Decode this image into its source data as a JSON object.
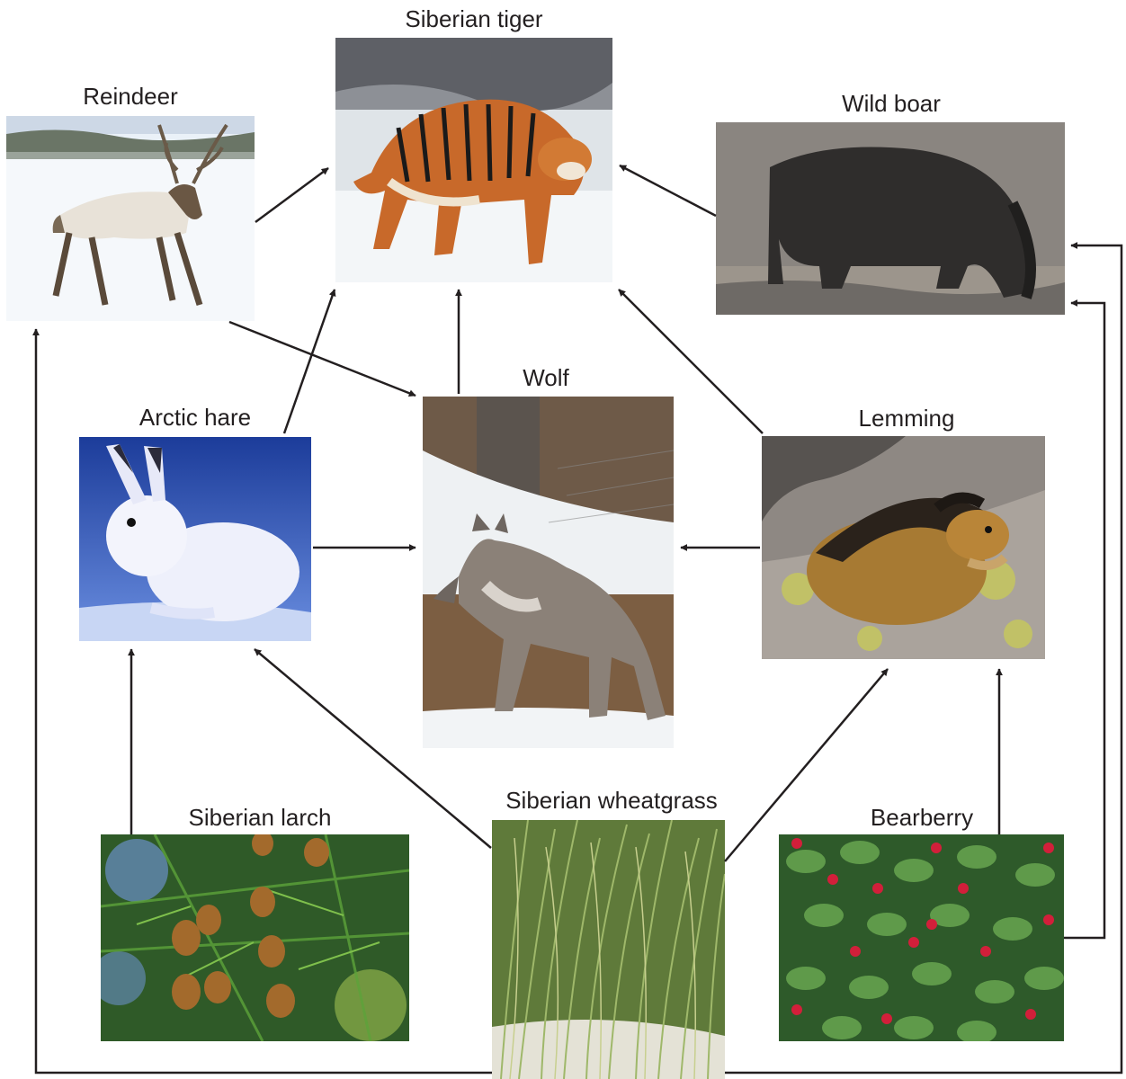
{
  "title": "",
  "organisms": [
    {
      "id": "tiger",
      "label": "Siberian tiger",
      "icon": "tiger-photo"
    },
    {
      "id": "reindeer",
      "label": "Reindeer",
      "icon": "reindeer-photo"
    },
    {
      "id": "boar",
      "label": "Wild boar",
      "icon": "boar-photo"
    },
    {
      "id": "hare",
      "label": "Arctic hare",
      "icon": "hare-photo"
    },
    {
      "id": "wolf",
      "label": "Wolf",
      "icon": "wolf-photo"
    },
    {
      "id": "lemming",
      "label": "Lemming",
      "icon": "lemming-photo"
    },
    {
      "id": "larch",
      "label": "Siberian larch",
      "icon": "larch-photo"
    },
    {
      "id": "wheatgrass",
      "label": "Siberian wheatgrass",
      "icon": "wheatgrass-photo"
    },
    {
      "id": "bearberry",
      "label": "Bearberry",
      "icon": "bearberry-photo"
    }
  ],
  "edges": [
    {
      "from": "reindeer",
      "to": "tiger"
    },
    {
      "from": "reindeer",
      "to": "wolf"
    },
    {
      "from": "hare",
      "to": "tiger"
    },
    {
      "from": "wolf",
      "to": "tiger"
    },
    {
      "from": "lemming",
      "to": "tiger"
    },
    {
      "from": "boar",
      "to": "tiger"
    },
    {
      "from": "hare",
      "to": "wolf"
    },
    {
      "from": "lemming",
      "to": "wolf"
    },
    {
      "from": "larch",
      "to": "hare"
    },
    {
      "from": "wheatgrass",
      "to": "hare"
    },
    {
      "from": "wheatgrass",
      "to": "lemming"
    },
    {
      "from": "bearberry",
      "to": "lemming"
    },
    {
      "from": "bearberry",
      "to": "boar"
    },
    {
      "from": "wheatgrass",
      "to": "boar"
    },
    {
      "from": "wheatgrass",
      "to": "reindeer"
    }
  ],
  "colors": {
    "arrow": "#231f20",
    "text": "#231f20"
  }
}
